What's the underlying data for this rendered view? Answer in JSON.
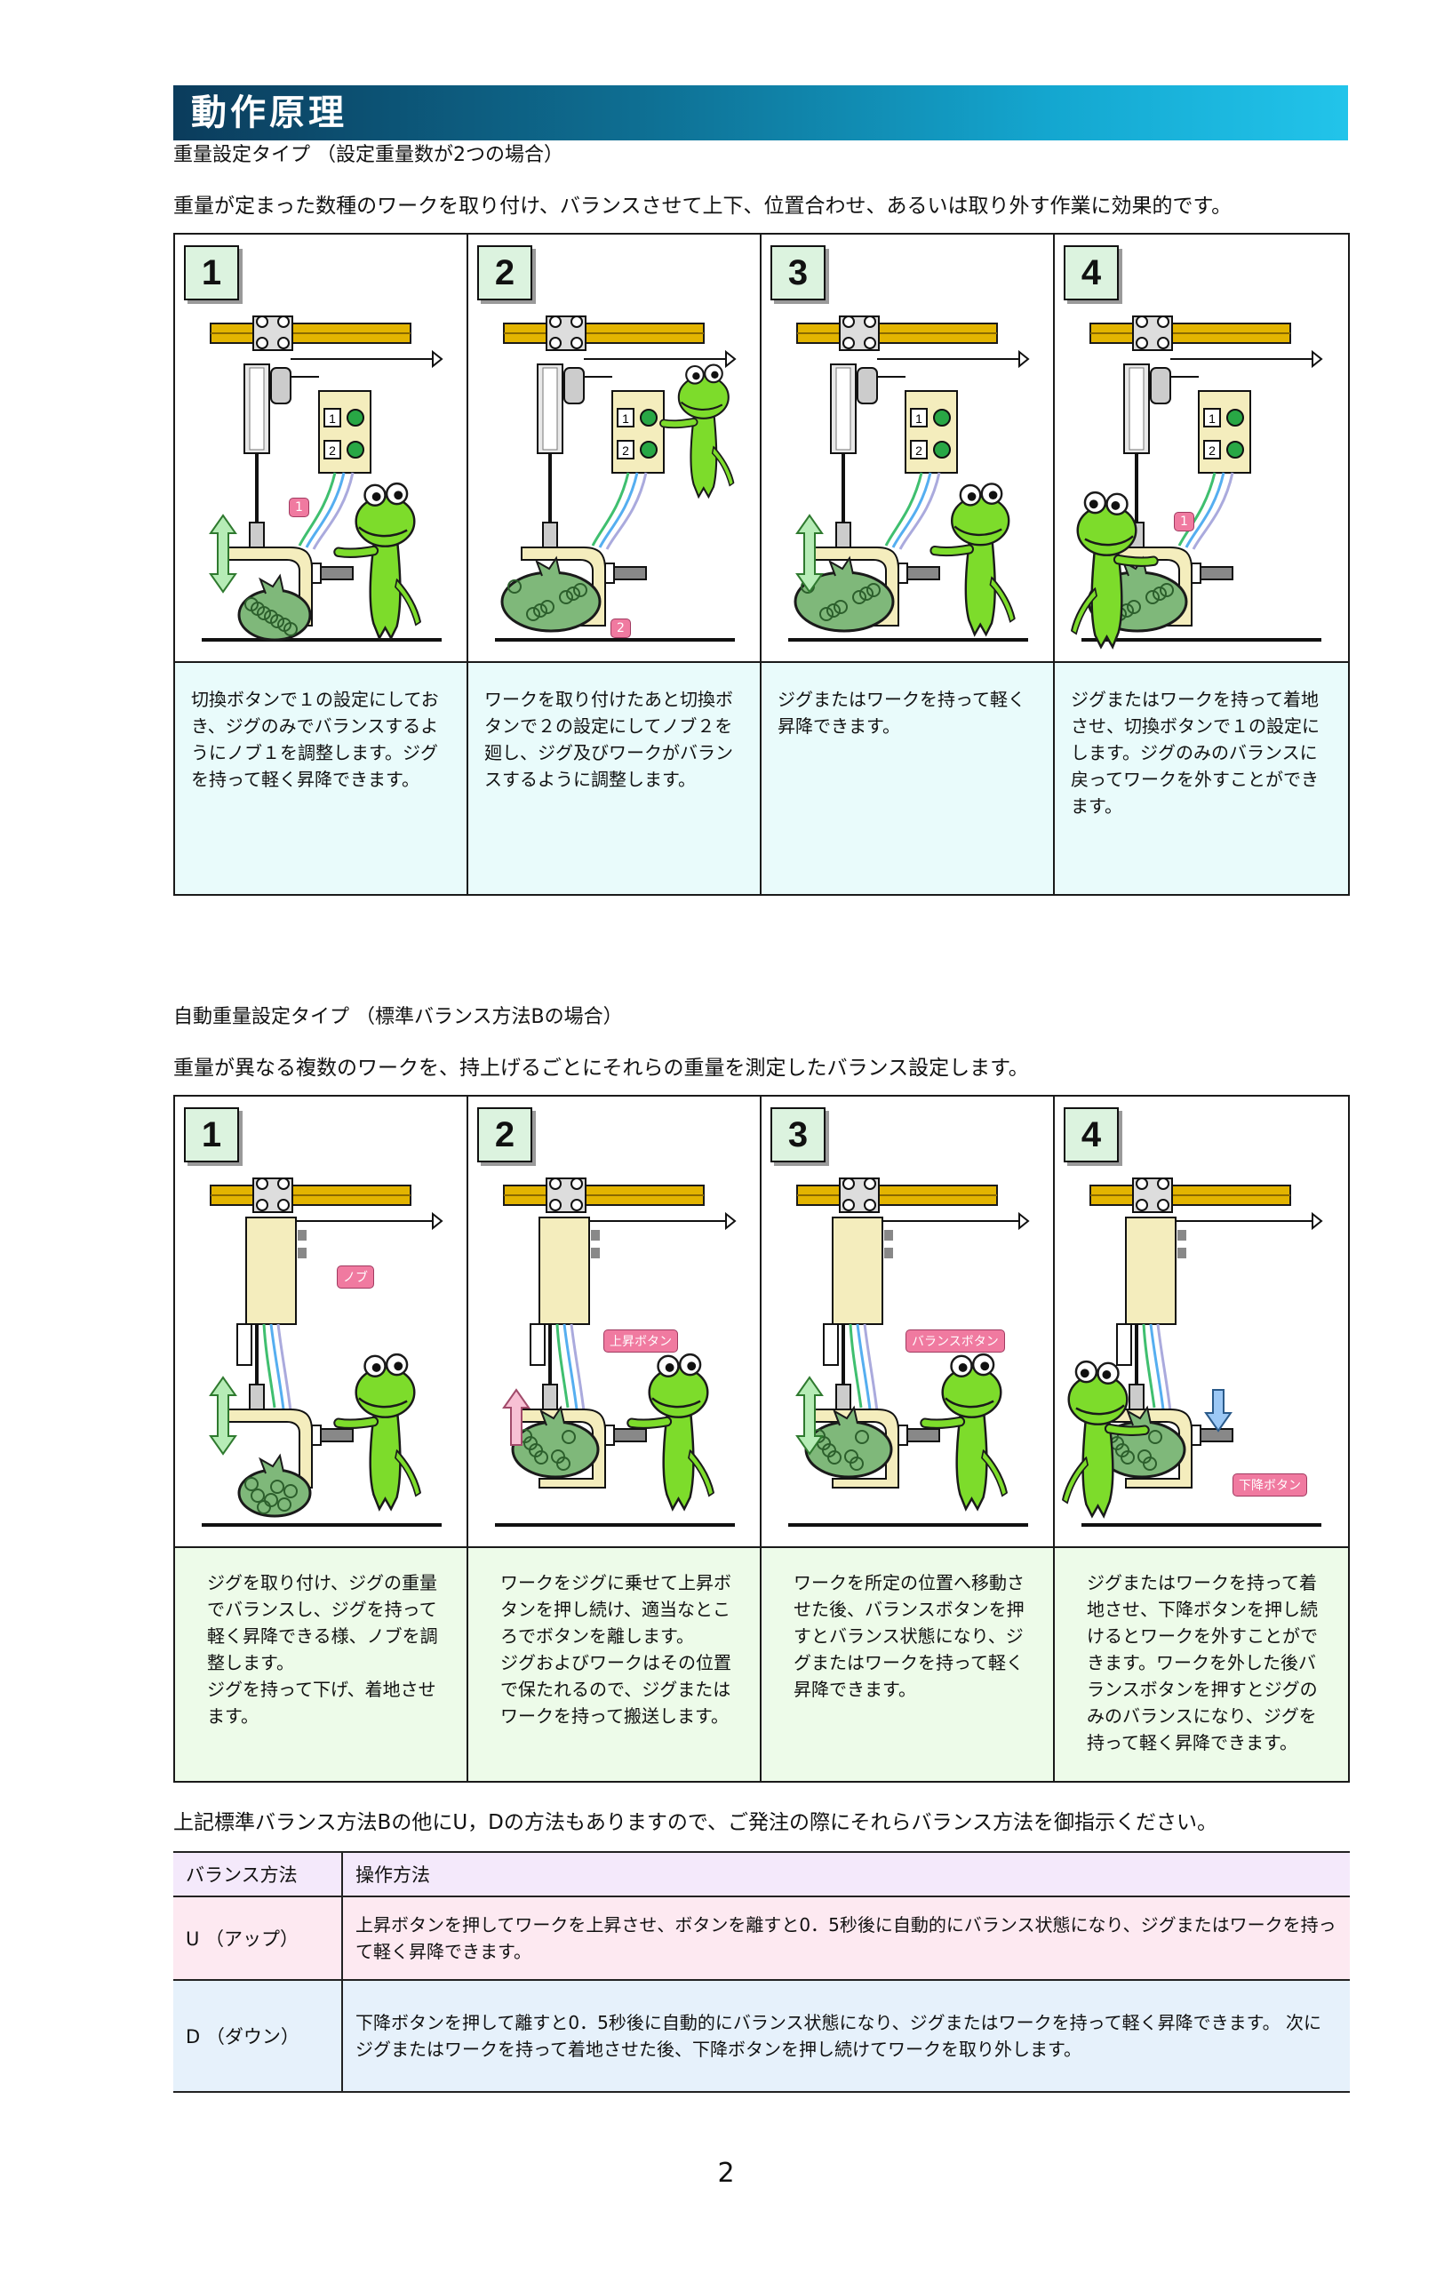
{
  "header": {
    "title": "動作原理"
  },
  "section1": {
    "subtitle": "重量設定タイプ （設定重量数が2つの場合）",
    "lead": "重量が定まった数種のワークを取り付け、バランスさせて上下、位置合わせ、あるいは取り外す作業に効果的です。",
    "panels": [
      {
        "number": "1",
        "text": "切換ボタンで１の設定にしておき、ジグのみでバランスするようにノブ１を調整します。ジグを持って軽く昇降できます。",
        "callout": "1",
        "switch_labels": [
          "1",
          "2"
        ]
      },
      {
        "number": "2",
        "text": "ワークを取り付けたあと切換ボタンで２の設定にしてノブ２を廻し、ジグ及びワークがバランスするように調整します。",
        "callout": "2",
        "switch_labels": [
          "1",
          "2"
        ]
      },
      {
        "number": "3",
        "text": "ジグまたはワークを持って軽く昇降できます。",
        "callout": "",
        "switch_labels": [
          "1",
          "2"
        ]
      },
      {
        "number": "4",
        "text": "ジグまたはワークを持って着地させ、切換ボタンで１の設定にします。ジグのみのバランスに戻ってワークを外すことができます。",
        "callout": "1",
        "switch_labels": [
          "1",
          "2"
        ]
      }
    ]
  },
  "section2": {
    "subtitle": "自動重量設定タイプ （標準バランス方法Bの場合）",
    "lead": "重量が異なる複数のワークを、持上げるごとにそれらの重量を測定したバランス設定します。",
    "panels": [
      {
        "number": "1",
        "text": "ジグを取り付け、ジグの重量でバランスし、ジグを持って軽く昇降できる様、ノブを調整します。\nジグを持って下げ、着地させます。",
        "callout": "ノブ"
      },
      {
        "number": "2",
        "text": "ワークをジグに乗せて上昇ボタンを押し続け、適当なところでボタンを離します。\nジグおよびワークはその位置で保たれるので、ジグまたはワークを持って搬送します。",
        "callout": "上昇ボタン"
      },
      {
        "number": "3",
        "text": "ワークを所定の位置へ移動させた後、バランスボタンを押すとバランス状態になり、ジグまたはワークを持って軽く昇降できます。",
        "callout": "バランスボタン"
      },
      {
        "number": "4",
        "text": "ジグまたはワークを持って着地させ、下降ボタンを押し続けるとワークを外すことができます。ワークを外した後バランスボタンを押すとジグのみのバランスになり、ジグを持って軽く昇降できます。",
        "callout": "下降ボタン"
      }
    ]
  },
  "note": "上記標準バランス方法Bの他にU，Dの方法もありますので、ご発注の際にそれらバランス方法を御指示ください。",
  "table": {
    "headers": [
      "バランス方法",
      "操作方法"
    ],
    "rows": [
      {
        "method": "U （アップ）",
        "desc": "上昇ボタンを押してワークを上昇させ、ボタンを離すと0．5秒後に自動的にバランス状態になり、ジグまたはワークを持って軽く昇降できます。"
      },
      {
        "method": "D （ダウン）",
        "desc": "下降ボタンを押して離すと0．5秒後に自動的にバランス状態になり、ジグまたはワークを持って軽く昇降できます。 次にジグまたはワークを持って着地させた後、下降ボタンを押し続けてワークを取り外します。"
      }
    ]
  },
  "page_number": "2",
  "colors": {
    "panel_text_bg_1": "#e9fbfb",
    "panel_text_bg_2": "#edfbe9",
    "rail": "#e3b400",
    "jig": "#f4edbd",
    "frog": "#7ddc2b",
    "bag": "#7fb87a",
    "callout": "#f07aa0",
    "table_header_bg": "#f4e9fb",
    "row_u_bg": "#fde9f1",
    "row_d_bg": "#e6f1fb"
  }
}
